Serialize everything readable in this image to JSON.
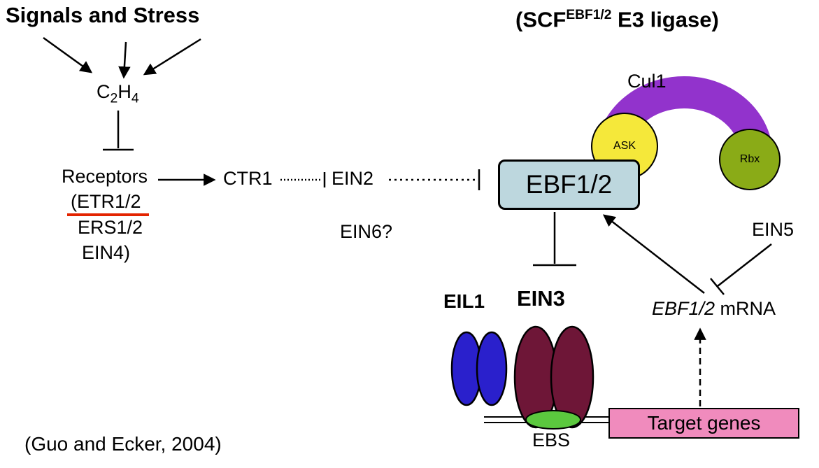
{
  "figure": {
    "title": {
      "pre": "(SCF",
      "sup": "EBF1/2",
      "post": " E3 ligase)"
    },
    "citation": "(Guo and Ecker, 2004)"
  },
  "pathway": {
    "signals": "Signals and Stress",
    "ethylene": {
      "c": "C",
      "sub2": "2",
      "h": "H",
      "sub4": "4"
    },
    "receptors": "Receptors",
    "receptor_genes": {
      "etr": "(ETR1/2",
      "ers": "ERS1/2",
      "ein4": "EIN4)"
    },
    "ctr1": "CTR1",
    "ein2": "EIN2",
    "ein6": "EIN6?",
    "ein5": "EIN5",
    "ebf": "EBF1/2",
    "eil1": "EIL1",
    "ein3": "EIN3",
    "ebs": "EBS",
    "target_genes": "Target genes",
    "mrna": {
      "gene": "EBF1/2",
      "suffix": " mRNA"
    }
  },
  "complex": {
    "cul1": "Cul1",
    "ask": "ASK",
    "rbx": "Rbx"
  },
  "colors": {
    "ebf_box": "#bdd7de",
    "cul1_arc": "#9233cc",
    "ask_circle": "#f5e83a",
    "rbx_circle": "#8aab17",
    "eil1_oval": "#2a20cc",
    "ein3_oval": "#6e1637",
    "ebs_ellipse": "#5bc83e",
    "target_box": "#f08bbd",
    "highlight_underline": "#e32400",
    "line": "#000000"
  }
}
